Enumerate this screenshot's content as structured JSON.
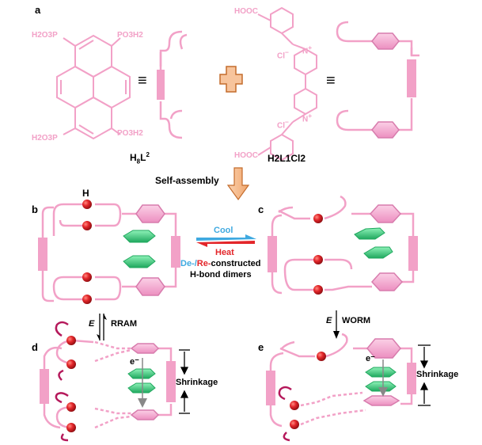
{
  "panels": {
    "a": "a",
    "b": "b",
    "c": "c",
    "d": "d",
    "e": "e"
  },
  "ligand_pyrene": {
    "groups": [
      "H2O3P",
      "PO3H2",
      "H2O3P",
      "PO3H2"
    ],
    "name_prefix": "H",
    "name_sub1": "8",
    "name_mid": "L",
    "name_sup": "2"
  },
  "ligand_viologen": {
    "top_group": "HOOC",
    "bottom_group": "HOOC",
    "counterion": "Cl",
    "counterion_charge": "−",
    "n_charge": "+",
    "n_atom": "N",
    "name": "H2L1Cl2"
  },
  "symbols": {
    "equiv": "≡",
    "plus": "+"
  },
  "colors": {
    "pink": "#f2a1c7",
    "pink_dark": "#e07fae",
    "hex_fill": "#f8b6d8",
    "red": "#e3262a",
    "blue": "#3fa9e0",
    "green": "#3ddc84",
    "magenta": "#b5195b",
    "arrow_fill": "#f7c49c",
    "grey": "#888888"
  },
  "labels": {
    "self_assembly": "Self-assembly",
    "h_label": "H",
    "cool": "Cool",
    "heat": "Heat",
    "de_prefix": "De-/",
    "re_prefix": "Re-",
    "constructed": "constructed",
    "hbond": "H-bond dimers",
    "e_field_left": "E",
    "rram": "RRAM",
    "e_field_right": "E",
    "worm": "WORM",
    "electron_left": "e⁻",
    "electron_right": "e⁻",
    "shrinkage_left": "Shrinkage",
    "shrinkage_right": "Shrinkage"
  }
}
